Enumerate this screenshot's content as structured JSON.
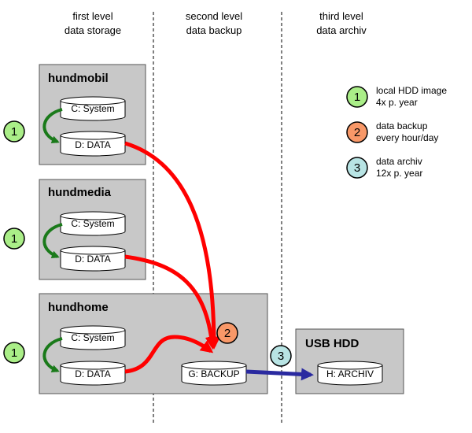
{
  "columns": [
    {
      "line1": "first level",
      "line2": "data storage"
    },
    {
      "line1": "second level",
      "line2": "data backup"
    },
    {
      "line1": "third level",
      "line2": "data archiv"
    }
  ],
  "machines": {
    "hundmobil": {
      "title": "hundmobil",
      "disk_system": "C: System",
      "disk_data": "D: DATA"
    },
    "hundmedia": {
      "title": "hundmedia",
      "disk_system": "C: System",
      "disk_data": "D: DATA"
    },
    "hundhome": {
      "title": "hundhome",
      "disk_system": "C: System",
      "disk_data": "D: DATA",
      "disk_backup": "G: BACKUP"
    },
    "usb": {
      "title": "USB HDD",
      "disk_archiv": "H: ARCHIV"
    }
  },
  "badges": {
    "one": "1",
    "two": "2",
    "three": "3"
  },
  "legend": [
    {
      "num": "1",
      "line1": "local HDD image",
      "line2": "4x p. year"
    },
    {
      "num": "2",
      "line1": "data backup",
      "line2": "every hour/day"
    },
    {
      "num": "3",
      "line1": "data archiv",
      "line2": "12x p. year"
    }
  ],
  "colors": {
    "box_fill": "#c8c8c8",
    "badge1": "#aaee88",
    "badge2": "#f89868",
    "badge3": "#b8e4e4",
    "arrow_green": "#1a7a1a",
    "arrow_red": "#ff0000",
    "arrow_blue": "#2a2aa0"
  }
}
